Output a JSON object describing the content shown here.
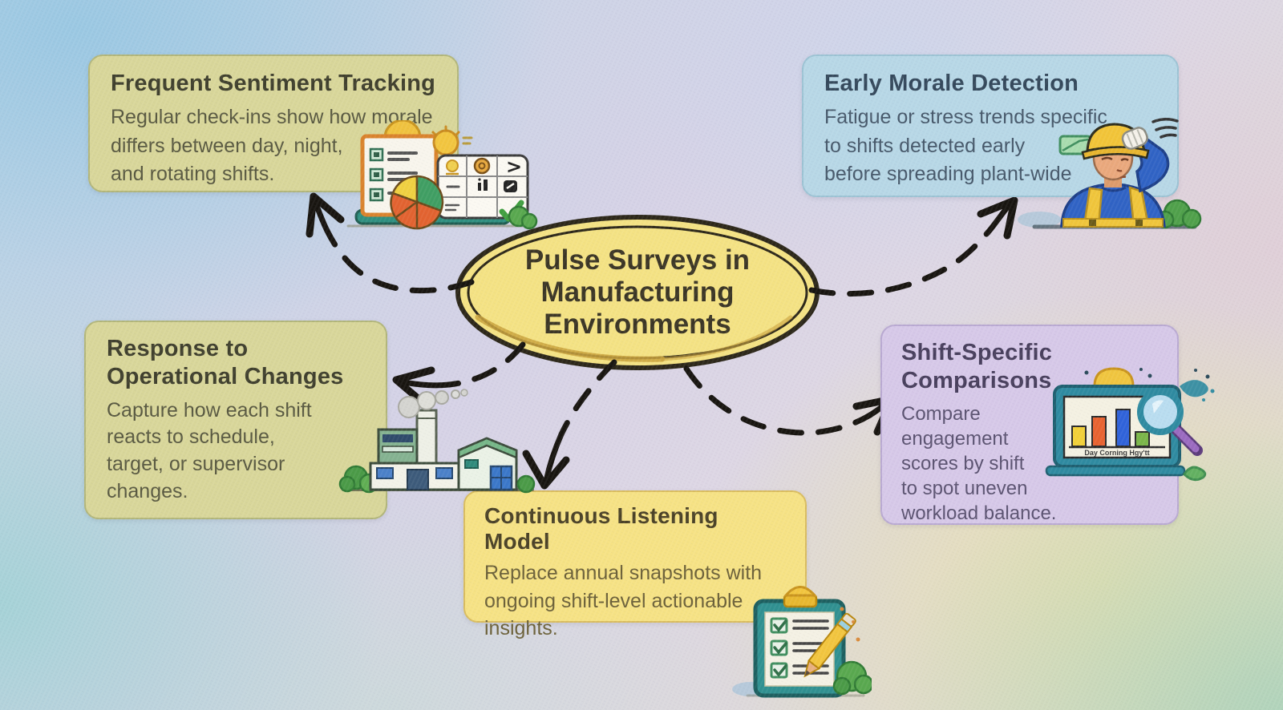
{
  "center": {
    "title": "Pulse Surveys in\nManufacturing\nEnvironments"
  },
  "nodes": {
    "frequent": {
      "title": "Frequent Sentiment Tracking",
      "body": "Regular check-ins show how morale\ndiffers between day, night,\nand rotating shifts.",
      "icon": "survey-dashboard-icon"
    },
    "early": {
      "title": "Early Morale Detection",
      "body": "Fatigue or stress trends specific\nto shifts detected early\nbefore spreading plant-wide",
      "icon": "factory-worker-icon"
    },
    "response": {
      "title": "Response to\nOperational Changes",
      "body": "Capture how each shift\nreacts to schedule,\ntarget, or supervisor\nchanges.",
      "icon": "factory-building-icon"
    },
    "continuous": {
      "title": "Continuous Listening Model",
      "body": "Replace annual snapshots with\nongoing shift-level actionable\ninsights.",
      "icon": "checklist-clipboard-icon"
    },
    "shift": {
      "title": "Shift-Specific\nComparisons",
      "body": "Compare\nengagement\nscores by shift\nto spot uneven\nworkload balance.",
      "icon": "bar-chart-magnifier-icon"
    }
  },
  "chart_icon": {
    "caption": "Day Corning Hgy'tt"
  },
  "colors": {
    "node_green": "#d8d699",
    "node_green_border": "#b2b67a",
    "node_blue": "#b7d7e6",
    "node_blue_border": "#9cc3d4",
    "node_yellow": "#f6e284",
    "node_yellow_border": "#d9bc5e",
    "node_purple": "#d6c8e8",
    "node_purple_border": "#b9a9d2",
    "center_fill": "#f4e283",
    "center_stroke": "#2b2618",
    "center_inner_gold": "#c9a23c",
    "arrow": "#17140f"
  }
}
